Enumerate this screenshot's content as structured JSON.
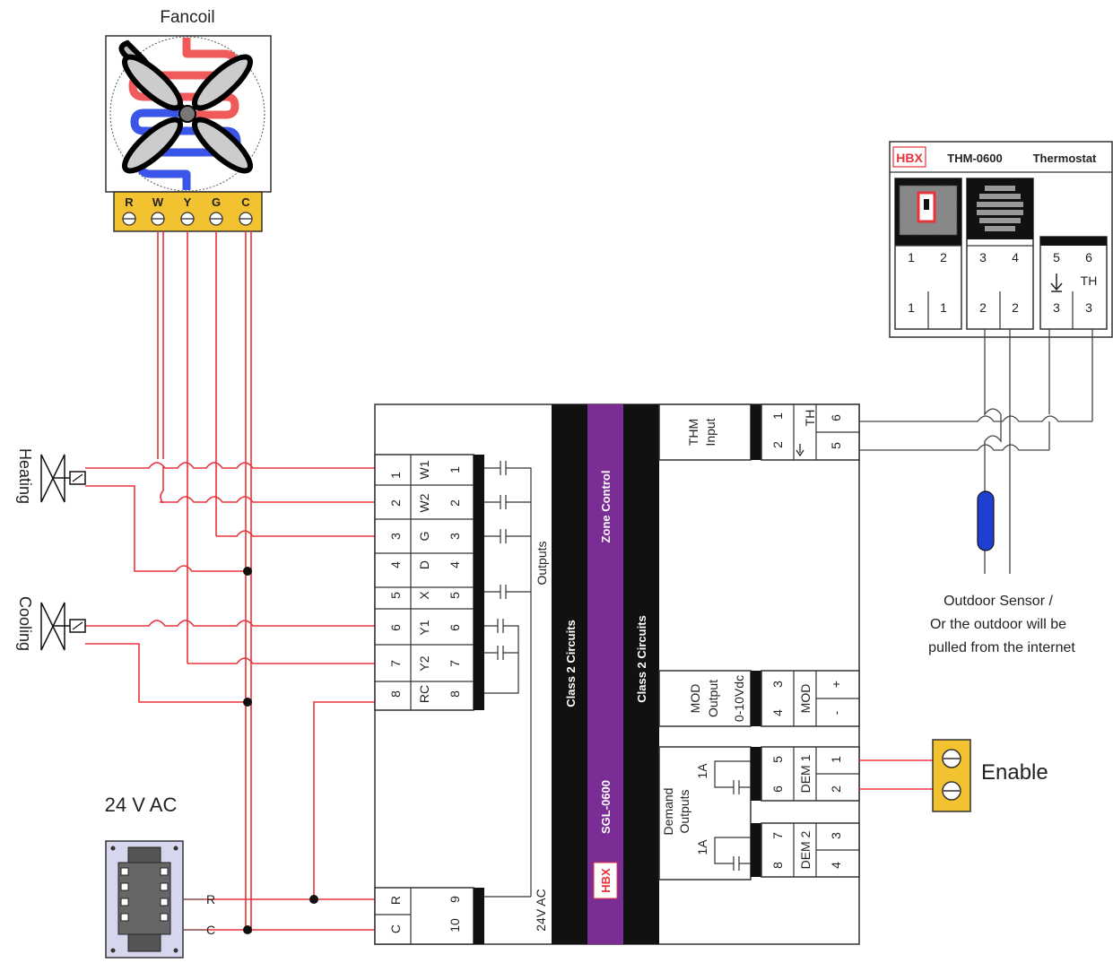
{
  "fancoil": {
    "title": "Fancoil",
    "terminals": [
      "R",
      "W",
      "Y",
      "G",
      "C"
    ]
  },
  "valves": {
    "heating": "Heating",
    "cooling": "Cooling"
  },
  "transformer": {
    "title": "24  V AC",
    "r_label": "R",
    "c_label": "C"
  },
  "controller": {
    "left_terminals": [
      {
        "num": "1",
        "sig": "W1",
        "out": "1"
      },
      {
        "num": "2",
        "sig": "W2",
        "out": "2"
      },
      {
        "num": "3",
        "sig": "G",
        "out": "3"
      },
      {
        "num": "4",
        "sig": "D",
        "out": "4"
      },
      {
        "num": "5",
        "sig": "X",
        "out": "5"
      },
      {
        "num": "6",
        "sig": "Y1",
        "out": "6"
      },
      {
        "num": "7",
        "sig": "Y2",
        "out": "7"
      },
      {
        "num": "8",
        "sig": "RC",
        "out": "8"
      }
    ],
    "outputs_label": "Outputs",
    "power_terminals": {
      "r": "R",
      "c": "C",
      "n9": "9",
      "n10": "10"
    },
    "power_label": "24V AC",
    "class2_left": "Class 2 Circuits",
    "class2_right": "Class 2 Circuits",
    "zone_control": "Zone Control",
    "model": "SGL-0600",
    "brand": "HBX",
    "thm_input": {
      "label1": "THM",
      "label2": "Input",
      "n1": "1",
      "n2": "2",
      "th": "TH",
      "n6": "6",
      "n5": "5"
    },
    "mod_output": {
      "label1": "MOD",
      "label2": "Output",
      "label3": "0-10Vdc",
      "n3": "3",
      "n4": "4",
      "mod": "MOD",
      "plus": "+",
      "minus": "-"
    },
    "demand_outputs": {
      "label1": "Demand",
      "label2": "Outputs",
      "amp1": "1A",
      "amp2": "1A",
      "n5": "5",
      "n6": "6",
      "dem1": "DEM 1",
      "d1": "1",
      "d2": "2",
      "n7": "7",
      "n8": "8",
      "dem2": "DEM 2",
      "d3": "3",
      "d4": "4"
    }
  },
  "thermostat": {
    "brand": "HBX",
    "model": "THM-0600",
    "type": "Thermostat",
    "col1_top": [
      "1",
      "2"
    ],
    "col1_bot": [
      "1",
      "1"
    ],
    "col2_top": [
      "3",
      "4"
    ],
    "col2_bot": [
      "2",
      "2"
    ],
    "col3_top": [
      "5",
      "6"
    ],
    "col3_th": "TH",
    "col3_bot": [
      "3",
      "3"
    ]
  },
  "outdoor_sensor": {
    "line1": "Outdoor Sensor /",
    "line2": "Or the outdoor will be",
    "line3": "pulled from the internet"
  },
  "enable": {
    "label": "Enable"
  },
  "colors": {
    "wire": "#e8333a",
    "terminal_block": "#f2c230",
    "purple_band": "#7b2d96",
    "black_band": "#111111",
    "sensor": "#1f3fd0",
    "coil_red": "#f05a5a",
    "coil_blue": "#3a55e8"
  }
}
